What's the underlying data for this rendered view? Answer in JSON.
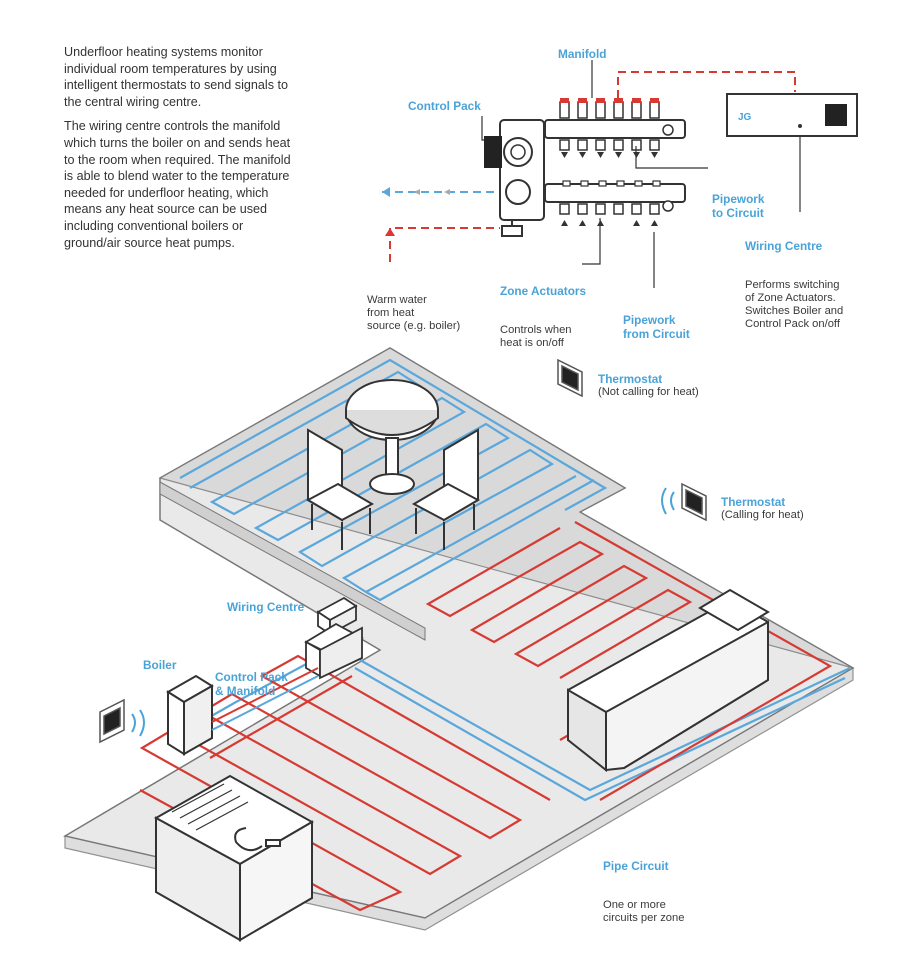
{
  "colors": {
    "hot": "#d63a33",
    "cold": "#5aa7dc",
    "accent": "#4aa3d8",
    "floor": "#e8e8e8",
    "outline": "#777777"
  },
  "intro": {
    "p1": "Underfloor heating systems monitor individual room temperatures by using intelligent thermostats to send signals to the central wiring centre.",
    "p2": "The wiring centre controls the manifold which turns the boiler on and sends heat to the room when required. The manifold is able to blend water to the temperature needed for underfloor heating, which means any heat source can be used including conventional boilers or ground/air source heat pumps."
  },
  "labels": {
    "manifold": "Manifold",
    "control_pack": "Control Pack",
    "pipework_to": "Pipework\nto Circuit",
    "wiring_centre_title": "Wiring Centre",
    "wiring_centre_desc": "Performs switching\nof Zone Actuators.\nSwitches Boiler and\nControl Pack on/off",
    "warm_water": "Warm water\nfrom heat\nsource (e.g. boiler)",
    "zone_actuators_title": "Zone Actuators",
    "zone_actuators_desc": "Controls when\nheat is on/off",
    "pipework_from": "Pipework\nfrom Circuit",
    "thermostat1_title": "Thermostat",
    "thermostat1_desc": "(Not calling for heat)",
    "thermostat2_title": "Thermostat",
    "thermostat2_desc": "(Calling for heat)",
    "wiring_centre_small": "Wiring Centre",
    "control_pack_manifold": "Control Pack\n& Manifold",
    "boiler": "Boiler",
    "pipe_circuit_title": "Pipe Circuit",
    "pipe_circuit_desc": "One or more\ncircuits per zone"
  }
}
